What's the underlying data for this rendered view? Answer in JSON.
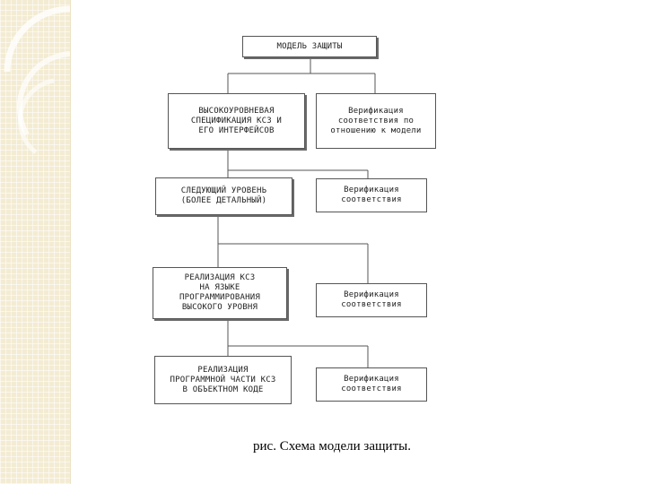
{
  "diagram": {
    "top": "МОДЕЛЬ ЗАЩИТЫ",
    "levels": [
      {
        "main": "ВЫСОКОУРОВНЕВАЯ\nСПЕЦИФИКАЦИЯ КСЗ И\nЕГО ИНТЕРФЕЙСОВ",
        "verification": "Верификация\nсоответствия по\nотношению к модели"
      },
      {
        "main": "СЛЕДУЮЩИЙ УРОВЕНЬ\n(БОЛЕЕ ДЕТАЛЬНЫЙ)",
        "verification": "Верификация\nсоответствия"
      },
      {
        "main": "РЕАЛИЗАЦИЯ КСЗ\nНА ЯЗЫКЕ\nПРОГРАММИРОВАНИЯ\nВЫСОКОГО УРОВНЯ",
        "verification": "Верификация\nсоответствия"
      },
      {
        "main": "РЕАЛИЗАЦИЯ\nПРОГРАММНОЙ ЧАСТИ КСЗ\nВ ОБЪЕКТНОМ КОДЕ",
        "verification": "Верификация\nсоответствия"
      }
    ]
  },
  "caption": "рис. Схема модели защиты."
}
